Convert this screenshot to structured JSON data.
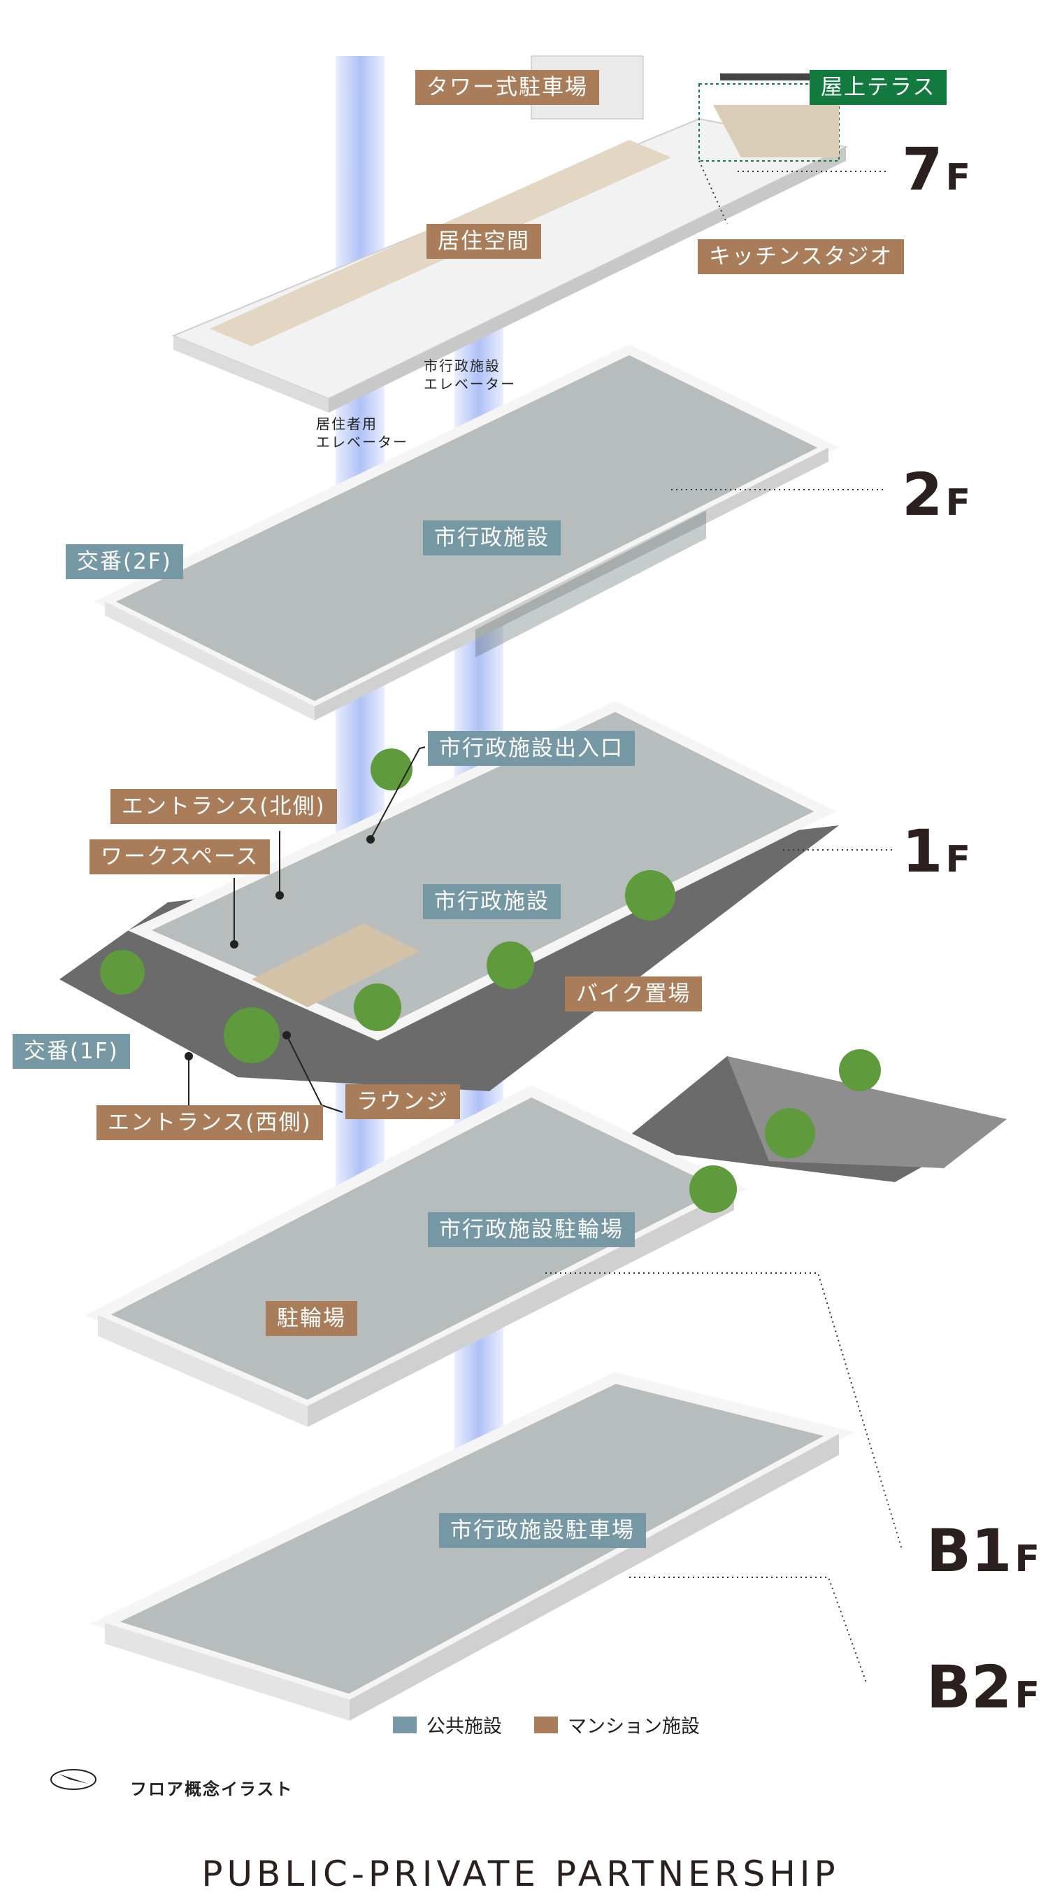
{
  "floors": {
    "f7": {
      "num": "7",
      "suffix": "F"
    },
    "f2": {
      "num": "2",
      "suffix": "F"
    },
    "f1": {
      "num": "1",
      "suffix": "F"
    },
    "b1": {
      "num": "B1",
      "suffix": "F"
    },
    "b2": {
      "num": "B2",
      "suffix": "F"
    }
  },
  "labels": {
    "tower_parking": "タワー式駐車場",
    "rooftop_terrace": "屋上テラス",
    "residential_space": "居住空間",
    "kitchen_studio": "キッチンスタジオ",
    "city_elevator": "市行政施設\nエレベーター",
    "resident_elevator": "居住者用\nエレベーター",
    "city_admin_2f": "市行政施設",
    "koban_2f": "交番(2F)",
    "city_entrance": "市行政施設出入口",
    "entrance_north": "エントランス(北側)",
    "workspace": "ワークスペース",
    "city_admin_1f": "市行政施設",
    "bike_parking": "バイク置場",
    "koban_1f": "交番(1F)",
    "lounge": "ラウンジ",
    "entrance_west": "エントランス(西側)",
    "city_bicycle_parking": "市行政施設駐輪場",
    "bicycle_parking": "駐輪場",
    "city_car_parking": "市行政施設駐車場"
  },
  "legend": {
    "public": {
      "label": "公共施設",
      "color": "#7698a4"
    },
    "mansion": {
      "label": "マンション施設",
      "color": "#a97d5a"
    }
  },
  "caption": "フロア概念イラスト",
  "footer": "PUBLIC-PRIVATE PARTNERSHIP",
  "colors": {
    "public": "#7698a4",
    "mansion": "#a97d5a",
    "rooftop": "#137a3f",
    "floor_fill": "#b7bcbd",
    "wall": "#f1f1f1",
    "ground": "#6b6b6b",
    "elevator": "#6f8ff0"
  }
}
